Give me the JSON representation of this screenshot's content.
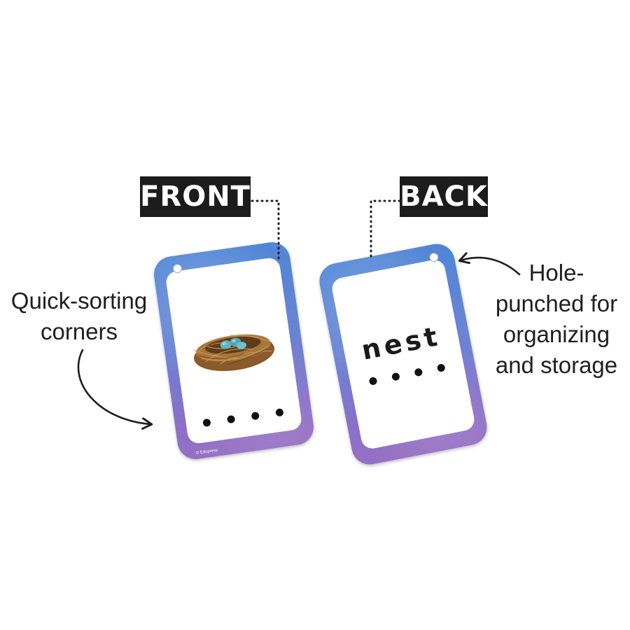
{
  "labels": {
    "front": "FRONT",
    "back": "BACK"
  },
  "captions": {
    "left": [
      "Quick-sorting",
      "corners"
    ],
    "right": [
      "Hole-",
      "punched for",
      "organizing",
      "and storage"
    ]
  },
  "back_card": {
    "word": "nest"
  },
  "front_card": {
    "copyright": "© Edupress"
  },
  "colors": {
    "label_bg": "#1c1c1c",
    "card_top": "#4f86d6",
    "card_bottom": "#9670c3",
    "egg": "#5fb7c4",
    "nest": "#8a5a2b"
  }
}
